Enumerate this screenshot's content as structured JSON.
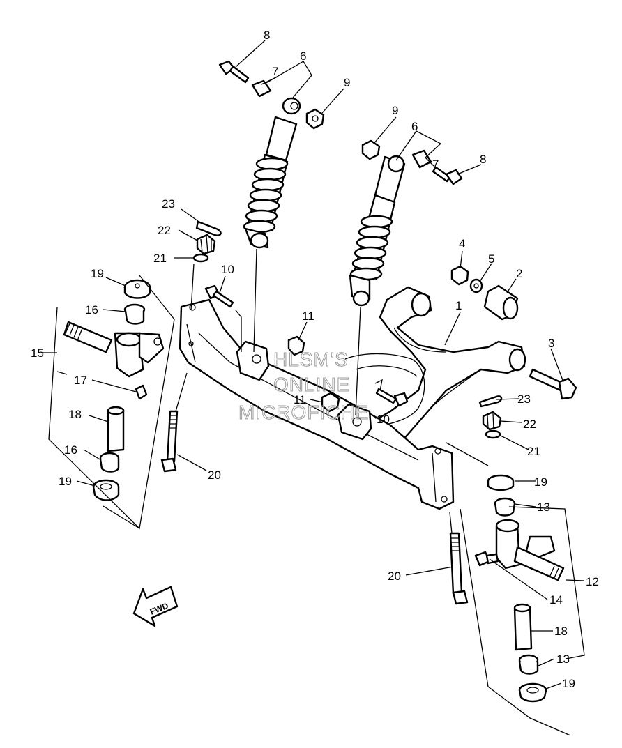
{
  "watermark": {
    "line1": "HLSM'S",
    "line2": "ONLINE",
    "line3": "MICROFICHE"
  },
  "fwd_label": "FWD",
  "callouts": {
    "c1": "1",
    "c2": "2",
    "c3": "3",
    "c4": "4",
    "c5": "5",
    "c6a": "6",
    "c6b": "6",
    "c7a": "7",
    "c7b": "7",
    "c8a": "8",
    "c8b": "8",
    "c9a": "9",
    "c9b": "9",
    "c10a": "10",
    "c10b": "10",
    "c11a": "11",
    "c11b": "11",
    "c12": "12",
    "c13a": "13",
    "c13b": "13",
    "c14": "14",
    "c15": "15",
    "c16a": "16",
    "c16b": "16",
    "c17": "17",
    "c18a": "18",
    "c18b": "18",
    "c19a": "19",
    "c19b": "19",
    "c19c": "19",
    "c19d": "19",
    "c20a": "20",
    "c20b": "20",
    "c21a": "21",
    "c21b": "21",
    "c22a": "22",
    "c22b": "22",
    "c23a": "23",
    "c23b": "23"
  }
}
